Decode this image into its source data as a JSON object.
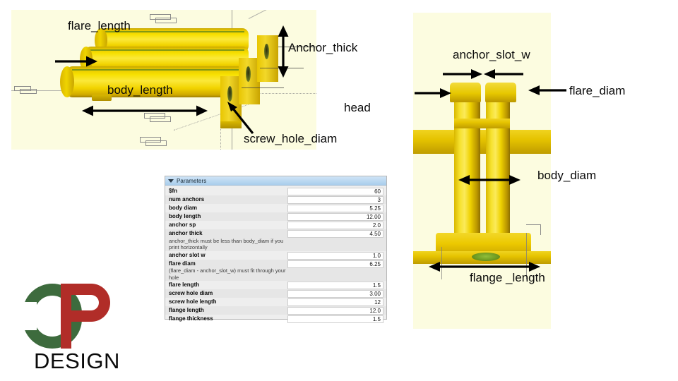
{
  "viewport_left": {
    "name": "anchor-isometric-view",
    "background_color": "#fcfce0",
    "annotations": [
      {
        "id": "flare-length",
        "text": "flare_length"
      },
      {
        "id": "body-length",
        "text": "body_length"
      },
      {
        "id": "anchor-thick",
        "text": "Anchor_thick"
      },
      {
        "id": "screw-hole-diam",
        "text": "screw_hole_diam"
      }
    ]
  },
  "viewport_right": {
    "name": "anchor-front-view",
    "background_color": "#fcfce0",
    "annotations": [
      {
        "id": "anchor-slot-w",
        "text": "anchor_slot_w"
      },
      {
        "id": "flare-diam",
        "text": "flare_diam"
      },
      {
        "id": "body-diam",
        "text": "body_diam"
      },
      {
        "id": "flange-length",
        "text": "flange _length"
      }
    ]
  },
  "standalone_labels": [
    {
      "id": "head",
      "text": "head"
    }
  ],
  "parameters_panel": {
    "title": "Parameters",
    "collapse_icon": "triangle-down-icon",
    "rows": [
      {
        "name": "$fn",
        "desc": "",
        "value": "60"
      },
      {
        "name": "num anchors",
        "desc": "",
        "value": "3"
      },
      {
        "name": "body diam",
        "desc": "",
        "value": "5.25"
      },
      {
        "name": "body length",
        "desc": "",
        "value": "12.00"
      },
      {
        "name": "anchor sp",
        "desc": "",
        "value": "2.0"
      },
      {
        "name": "anchor thick",
        "desc": "anchor_thick must be less than body_diam if you print horizontally",
        "value": "4.50"
      },
      {
        "name": "anchor slot w",
        "desc": "",
        "value": "1.0"
      },
      {
        "name": "flare diam",
        "desc": "(flare_diam - anchor_slot_w) must fit through your hole",
        "value": "6.25"
      },
      {
        "name": "flare length",
        "desc": "",
        "value": "1.5"
      },
      {
        "name": "screw hole diam",
        "desc": "",
        "value": "3.00"
      },
      {
        "name": "screw hole length",
        "desc": "",
        "value": "12"
      },
      {
        "name": "flange length",
        "desc": "",
        "value": "12.0"
      },
      {
        "name": "flange thickness",
        "desc": "",
        "value": "1.5"
      }
    ]
  },
  "logo": {
    "wordmark": "DESIGN",
    "letter_d": "D",
    "letter_p": "P",
    "color_d": "#3d6b3d",
    "color_p": "#b12d28"
  }
}
